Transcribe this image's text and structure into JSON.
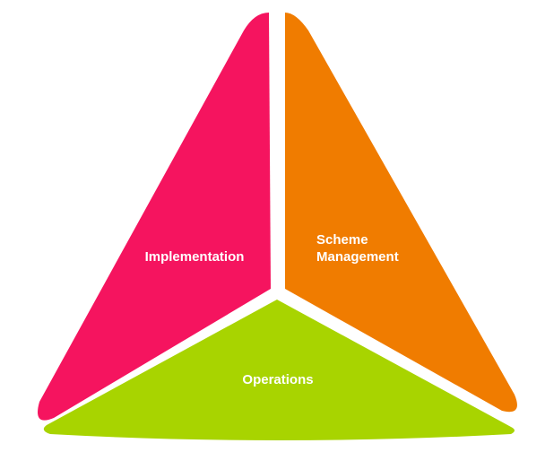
{
  "diagram": {
    "segments": {
      "implementation": {
        "label": "Implementation",
        "color": "#f5145f"
      },
      "scheme_management": {
        "label_line1": "Scheme",
        "label_line2": "Management",
        "color": "#f07c00"
      },
      "operations": {
        "label": "Operations",
        "color": "#a8d400"
      }
    },
    "background": "#ffffff",
    "label_color": "#ffffff"
  }
}
